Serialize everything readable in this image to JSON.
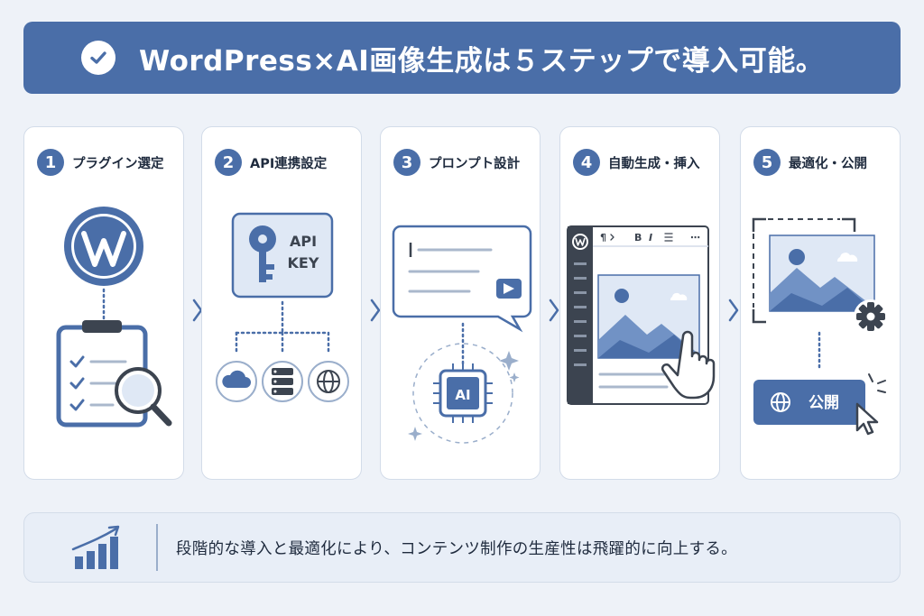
{
  "banner": {
    "title": "WordPress×AI画像生成は５ステップで導入可能。",
    "icon": "check-icon"
  },
  "steps": [
    {
      "number": "1",
      "title": "プラグイン選定"
    },
    {
      "number": "2",
      "title": "API連携設定",
      "key_label_1": "API",
      "key_label_2": "KEY"
    },
    {
      "number": "3",
      "title": "プロンプト設計",
      "chip_label": "AI"
    },
    {
      "number": "4",
      "title": "自動生成・挿入",
      "toolbar": [
        "¶",
        "B",
        "I",
        "⋯"
      ]
    },
    {
      "number": "5",
      "title": "最適化・公開",
      "publish_label": "公開"
    }
  ],
  "footer": {
    "text": "段階的な導入と最適化により、コンテンツ制作の生産性は飛躍的に向上する。",
    "icon": "growth-chart-icon"
  },
  "colors": {
    "primary": "#4a6ea8",
    "light": "#c9d7ec",
    "background": "#eef2f8",
    "dark": "#3c4450"
  }
}
